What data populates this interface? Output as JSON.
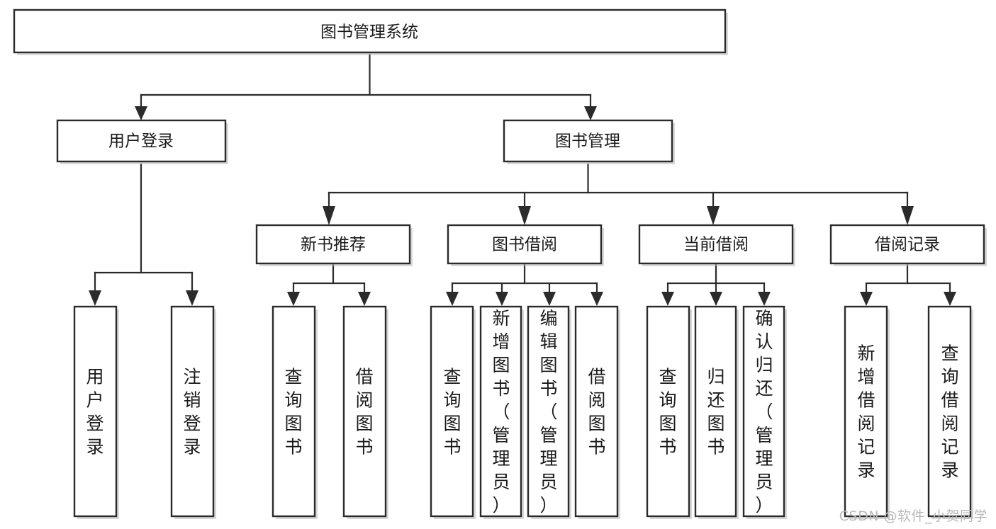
{
  "diagram": {
    "title": "图书管理系统",
    "type": "tree",
    "watermark": "CSDN @软件_小贺同学",
    "colors": {
      "box_stroke": "#2b2b2b",
      "box_fill": "#ffffff",
      "text": "#1a1a1a",
      "edge": "#2b2b2b",
      "watermark": "#b9b9b9",
      "background": "#ffffff"
    },
    "levels": [
      {
        "level": 1,
        "nodes": [
          {
            "id": "root",
            "label": "图书管理系统",
            "orientation": "horizontal"
          }
        ]
      },
      {
        "level": 2,
        "nodes": [
          {
            "id": "login",
            "label": "用户登录",
            "parent": "root",
            "orientation": "horizontal"
          },
          {
            "id": "bookmgmt",
            "label": "图书管理",
            "parent": "root",
            "orientation": "horizontal"
          }
        ]
      },
      {
        "level": 3,
        "nodes": [
          {
            "id": "newbook",
            "label": "新书推荐",
            "parent": "bookmgmt",
            "orientation": "horizontal"
          },
          {
            "id": "borrow",
            "label": "图书借阅",
            "parent": "bookmgmt",
            "orientation": "horizontal"
          },
          {
            "id": "current",
            "label": "当前借阅",
            "parent": "bookmgmt",
            "orientation": "horizontal"
          },
          {
            "id": "record",
            "label": "借阅记录",
            "parent": "bookmgmt",
            "orientation": "horizontal"
          }
        ]
      },
      {
        "level": 4,
        "nodes": [
          {
            "id": "leaf-1",
            "label": "用户登录",
            "parent": "login",
            "orientation": "vertical"
          },
          {
            "id": "leaf-2",
            "label": "注销登录",
            "parent": "login",
            "orientation": "vertical"
          },
          {
            "id": "leaf-3",
            "label": "查询图书",
            "parent": "newbook",
            "orientation": "vertical"
          },
          {
            "id": "leaf-4",
            "label": "借阅图书",
            "parent": "newbook",
            "orientation": "vertical"
          },
          {
            "id": "leaf-5",
            "label": "查询图书",
            "parent": "borrow",
            "orientation": "vertical"
          },
          {
            "id": "leaf-6",
            "label": "新增图书（管理员）",
            "parent": "borrow",
            "orientation": "vertical"
          },
          {
            "id": "leaf-7",
            "label": "编辑图书（管理员）",
            "parent": "borrow",
            "orientation": "vertical"
          },
          {
            "id": "leaf-8",
            "label": "借阅图书",
            "parent": "borrow",
            "orientation": "vertical"
          },
          {
            "id": "leaf-9",
            "label": "查询图书",
            "parent": "current",
            "orientation": "vertical"
          },
          {
            "id": "leaf-10",
            "label": "归还图书",
            "parent": "current",
            "orientation": "vertical"
          },
          {
            "id": "leaf-11",
            "label": "确认归还（管理员）",
            "parent": "current",
            "orientation": "vertical"
          },
          {
            "id": "leaf-12",
            "label": "新增借阅记录",
            "parent": "record",
            "orientation": "vertical"
          },
          {
            "id": "leaf-13",
            "label": "查询借阅记录",
            "parent": "record",
            "orientation": "vertical"
          }
        ]
      }
    ]
  }
}
